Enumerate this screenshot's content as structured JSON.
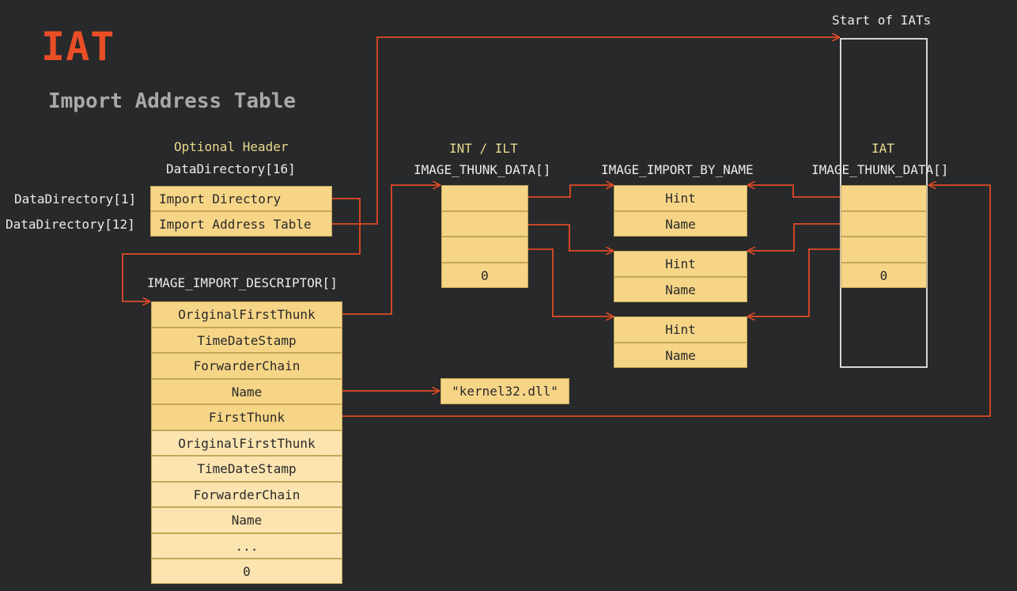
{
  "title": "IAT",
  "subtitle": "Import Address Table",
  "optional_header": {
    "title": "Optional Header",
    "subtitle": "DataDirectory[16]",
    "rows": [
      {
        "index_label": "DataDirectory[1]",
        "value": "Import Directory"
      },
      {
        "index_label": "DataDirectory[12]",
        "value": "Import Address Table"
      }
    ]
  },
  "descriptor": {
    "label": "IMAGE_IMPORT_DESCRIPTOR[]",
    "rows": [
      "OriginalFirstThunk",
      "TimeDateStamp",
      "ForwarderChain",
      "Name",
      "FirstThunk",
      "OriginalFirstThunk",
      "TimeDateStamp",
      "ForwarderChain",
      "Name",
      "...",
      "0"
    ]
  },
  "int": {
    "title": "INT / ILT",
    "subtitle": "IMAGE_THUNK_DATA[]",
    "rows": [
      "",
      "",
      "",
      "0"
    ]
  },
  "import_by_name": {
    "title": "IMAGE_IMPORT_BY_NAME",
    "entries": [
      {
        "hint": "Hint",
        "name": "Name"
      },
      {
        "hint": "Hint",
        "name": "Name"
      },
      {
        "hint": "Hint",
        "name": "Name"
      }
    ]
  },
  "dll_name": "\"kernel32.dll\"",
  "iat": {
    "start_label": "Start of IATs",
    "title": "IAT",
    "subtitle": "IMAGE_THUNK_DATA[]",
    "rows": [
      "",
      "",
      "",
      "0"
    ]
  },
  "colors": {
    "background": "#28292b",
    "accent": "#e94e26",
    "cell": "#f6d587",
    "cell_light": "#fbe4b0",
    "arrow": "#e04a26"
  }
}
